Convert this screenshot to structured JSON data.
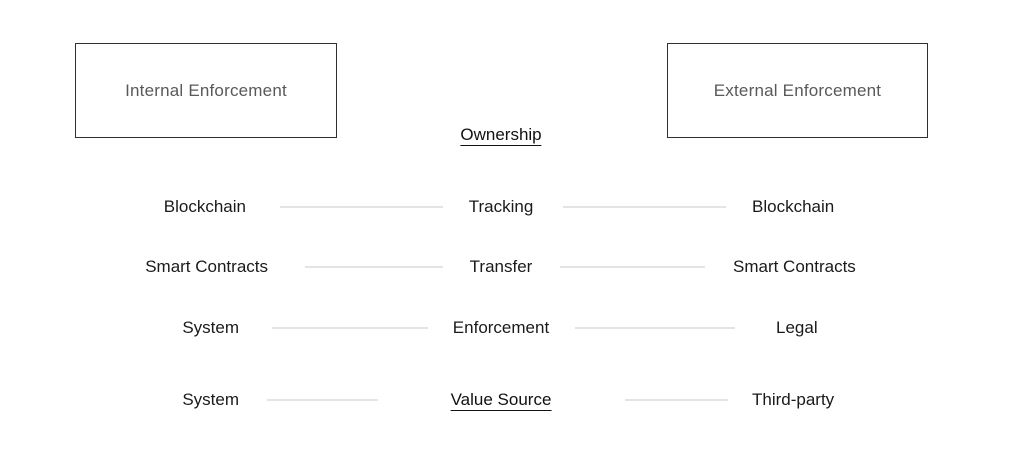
{
  "diagram": {
    "title_left": "Internal Enforcement",
    "title_right": "External Enforcement",
    "headings": {
      "ownership": "Ownership",
      "value_source": "Value Source"
    },
    "rows": [
      {
        "left": "Blockchain",
        "center": "Tracking",
        "right": "Blockchain"
      },
      {
        "left": "Smart Contracts",
        "center": "Transfer",
        "right": "Smart Contracts"
      },
      {
        "left": "System",
        "center": "Enforcement",
        "right": "Legal"
      },
      {
        "left": "System",
        "center": "Value Source",
        "right": "Third-party"
      }
    ],
    "colors": {
      "box_border": "#2f2f2f",
      "box_label": "#595959",
      "row_text": "#1a1a1a",
      "connector": "#c9c9c9",
      "background": "#ffffff"
    }
  }
}
